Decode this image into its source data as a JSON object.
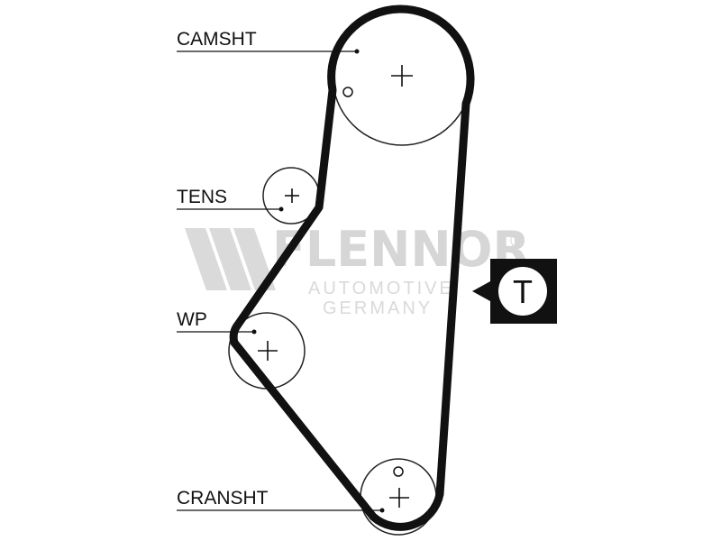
{
  "labels": {
    "camshaft": "CAMSHT",
    "tensioner": "TENS",
    "water_pump": "WP",
    "crankshaft": "CRANSHT"
  },
  "watermark": {
    "brand": "FLENNOR",
    "registered": "®",
    "line1": "AUTOMOTIVE",
    "line2": "GERMANY"
  },
  "tension_marker": {
    "letter": "T"
  },
  "colors": {
    "belt": "#111111",
    "pulley_outline": "#222222",
    "watermark": "#d6d6d6",
    "background": "#ffffff"
  }
}
